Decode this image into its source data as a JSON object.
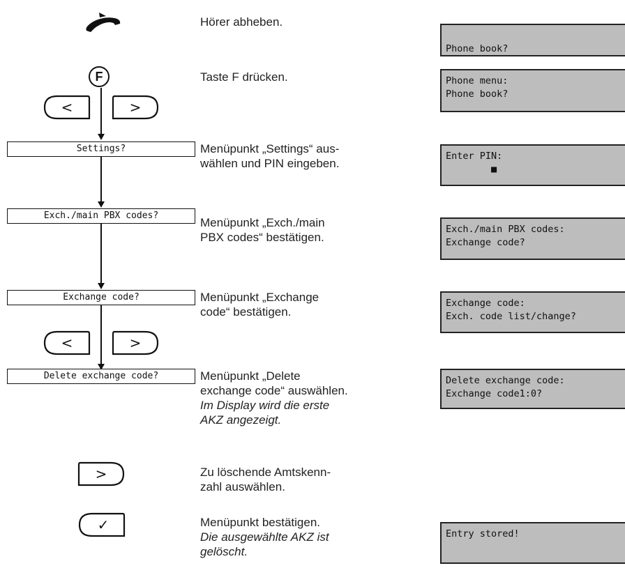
{
  "steps": [
    {
      "id": "lift",
      "text": "Hörer abheben."
    },
    {
      "id": "f",
      "text": "Taste F drücken."
    },
    {
      "id": "settings",
      "text": "Menüpunkt „Settings“ aus-wählen und PIN eingeben.",
      "line1": "Menüpunkt „Settings“ aus-",
      "line2": "wählen und PIN eingeben."
    },
    {
      "id": "exch",
      "line1": "Menüpunkt „Exch./main",
      "line2": "PBX codes“ bestätigen."
    },
    {
      "id": "exchange",
      "line1": "Menüpunkt „Exchange",
      "line2": "code“ bestätigen."
    },
    {
      "id": "delete",
      "line1": "Menüpunkt „Delete",
      "line2": "exchange code“ auswählen.",
      "italic1": "Im Display wird die erste",
      "italic2": "AKZ angezeigt."
    },
    {
      "id": "select",
      "line1": "Zu löschende Amtskenn-",
      "line2": "zahl auswählen."
    },
    {
      "id": "confirm",
      "line1": "Menüpunkt bestätigen.",
      "italic1": "Die ausgewählte AKZ ist",
      "italic2": "gelöscht."
    }
  ],
  "menu_boxes": {
    "settings": "Settings?",
    "exch": "Exch./main PBX codes?",
    "exchange": "Exchange code?",
    "delete": "Delete exchange code?"
  },
  "keys": {
    "f": "F",
    "left": "<",
    "right": ">",
    "ok": "✓"
  },
  "displays": [
    {
      "line1": "",
      "line2": "Phone book?"
    },
    {
      "line1": "Phone menu:",
      "line2": "Phone book?"
    },
    {
      "line1": "Enter PIN:",
      "line2": "        ■"
    },
    {
      "line1": "Exch./main PBX codes:",
      "line2": "Exchange code?"
    },
    {
      "line1": "Exchange code:",
      "line2": "Exch. code list/change?"
    },
    {
      "line1": "Delete exchange code:",
      "line2": "Exchange code1:0?"
    },
    {
      "line1": "Entry stored!",
      "line2": ""
    }
  ]
}
